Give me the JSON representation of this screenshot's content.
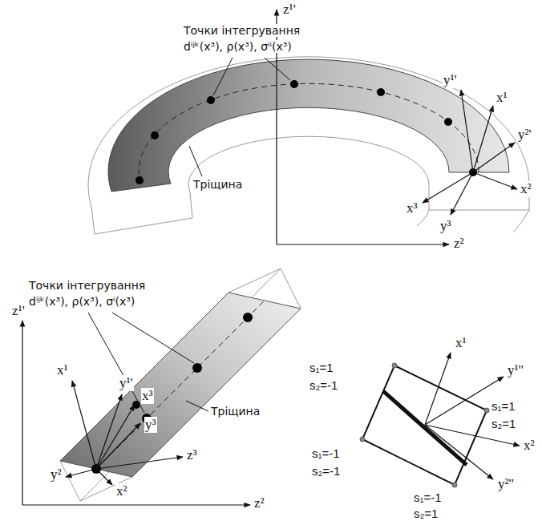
{
  "diagram": {
    "labels": [
      "Точки інтегрування",
      "dⁱʲᵏ(x³), ρ(x³), σⁱⁱ(x³)",
      "Тріщина",
      "z¹'",
      "y¹'",
      "x¹",
      "y²'",
      "x²",
      "x³",
      "y³",
      "z²",
      "Точки інтегрування",
      "dⁱʲᵏ(x³), ρ(x³), σⁱ(x³)",
      "Тріщина",
      "z¹'",
      "x¹",
      "y¹'",
      "x³",
      "y³",
      "z³",
      "x²",
      "y²",
      "z²",
      "s₁=1",
      "s₂=-1",
      "x¹",
      "y¹''",
      "s₁=1",
      "s₂=1",
      "x²",
      "s₁=-1",
      "s₂=-1",
      "y²''",
      "s₁=-1",
      "s₂=1"
    ]
  }
}
